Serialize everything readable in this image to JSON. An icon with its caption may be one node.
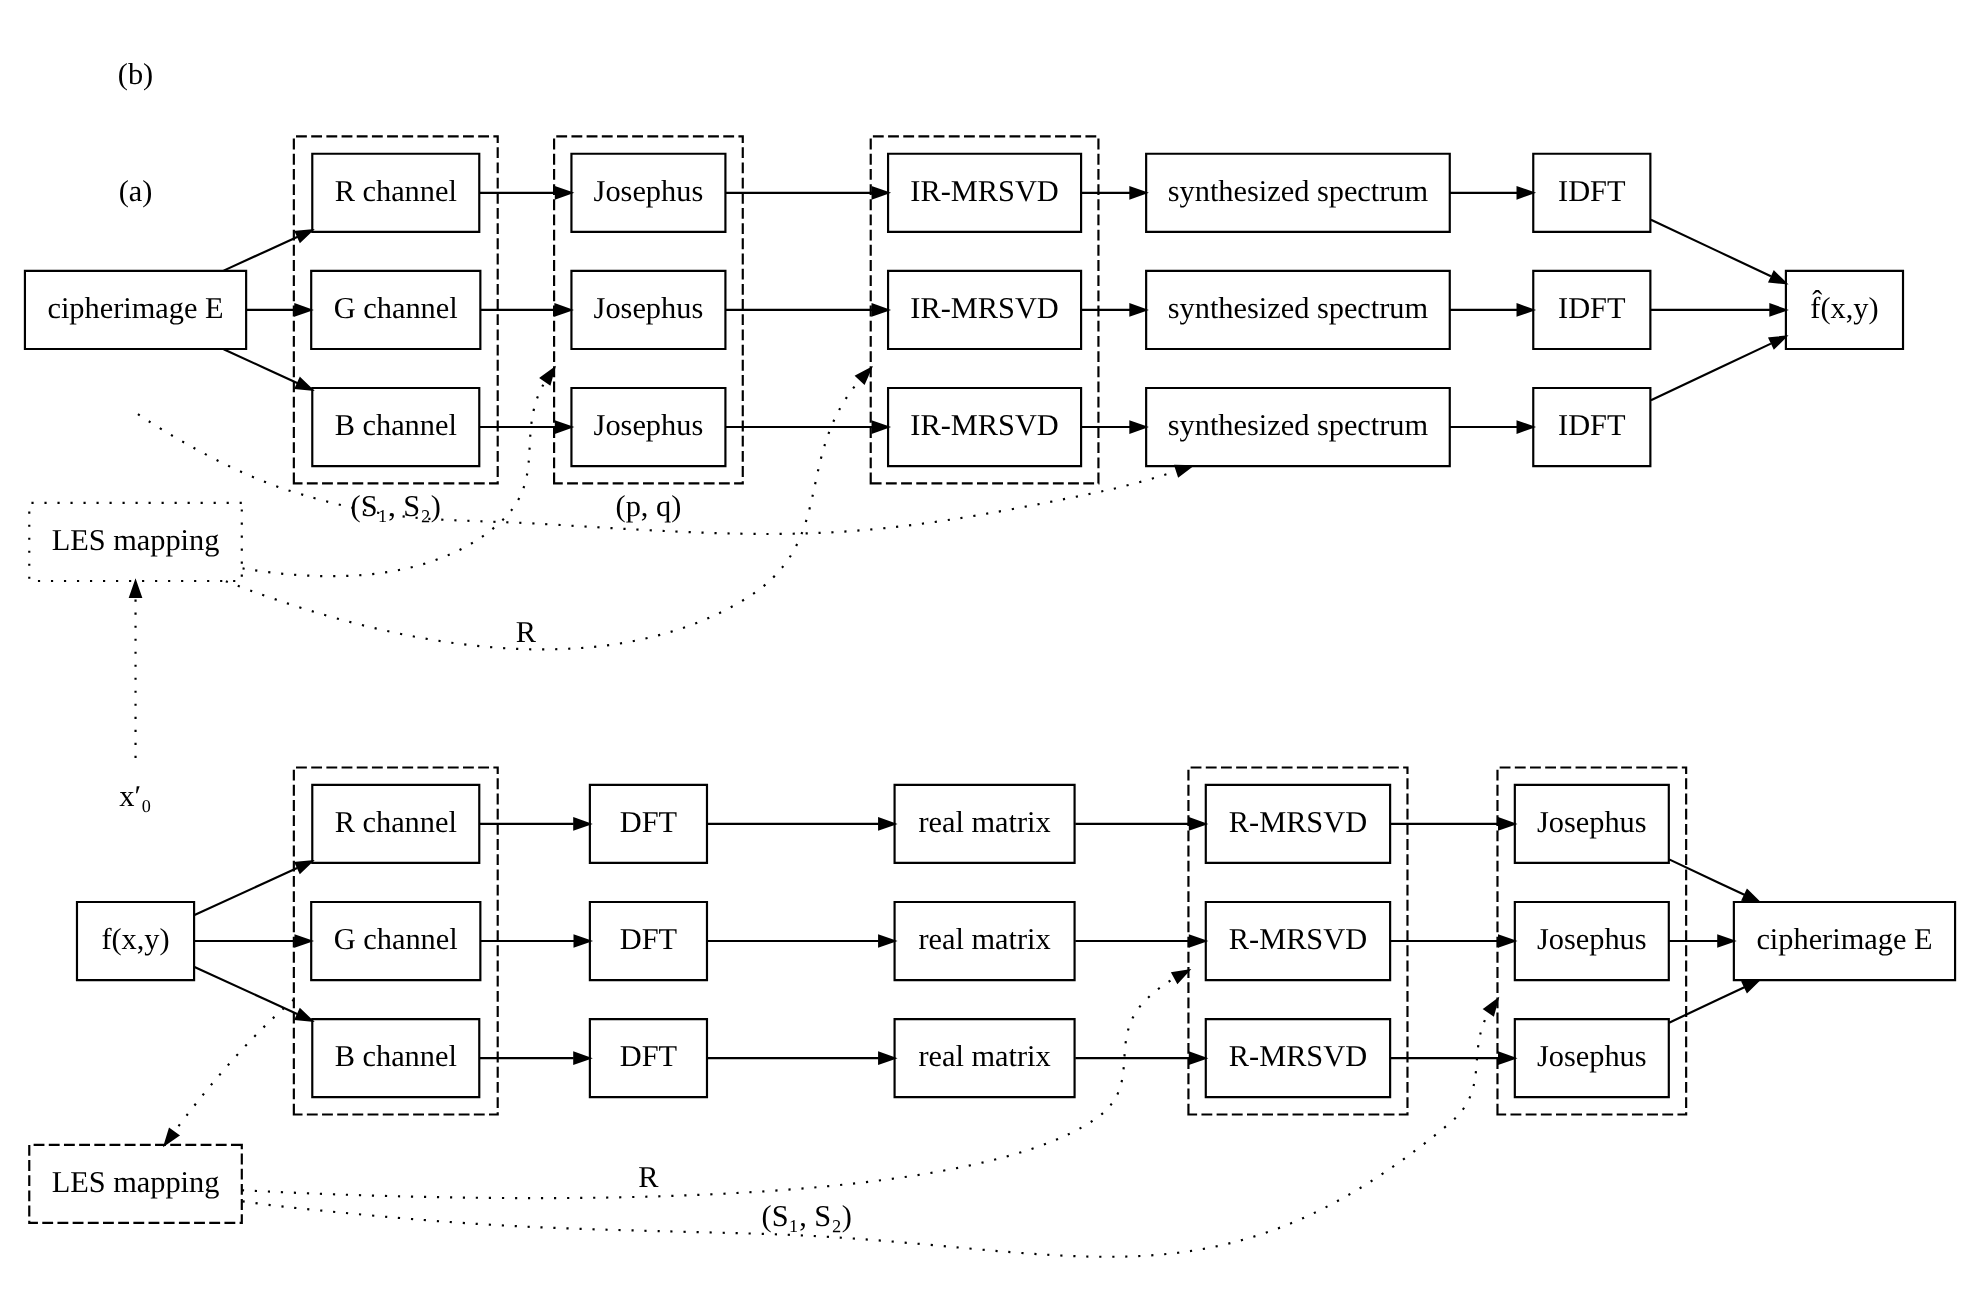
{
  "diagram": {
    "nodes": [
      {
        "text": [
          "f(x,y)"
        ]
      },
      {
        "text": [],
        "shape": "box"
      },
      {
        "text": [
          "R channel"
        ],
        "in": 1
      },
      {
        "text": [
          "G channel"
        ],
        "in": 1
      },
      {
        "text": [
          "B channel"
        ],
        "in": 1
      },
      {
        "text": [
          "DFT"
        ]
      },
      {
        "text": [
          "DFT"
        ]
      },
      {
        "text": [
          "DFT"
        ]
      },
      {
        "text": [
          "real matrix"
        ]
      },
      {
        "text": [
          "real matrix"
        ]
      },
      {
        "text": [
          "real matrix"
        ]
      },
      {
        "text": [],
        "shape": "box"
      },
      {
        "text": [
          "R-MRSVD"
        ],
        "in": 11
      },
      {
        "text": [
          "R-MRSVD"
        ],
        "in": 11
      },
      {
        "text": [
          "R-MRSVD"
        ],
        "in": 11
      },
      {
        "text": [],
        "shape": "box"
      },
      {
        "text": [
          "Josephus"
        ],
        "in": 15
      },
      {
        "text": [
          "Josephus"
        ],
        "in": 15
      },
      {
        "text": [
          "Josephus"
        ],
        "in": 15
      },
      {
        "text": [
          "cipherimage E"
        ]
      },
      {
        "text": [
          "LES mapping"
        ]
      },
      {
        "text": [
          "cipherimage E"
        ]
      },
      {
        "text": [],
        "shape": "box"
      },
      {
        "text": [
          "R channel"
        ],
        "in": 22
      },
      {
        "text": [
          "G channel"
        ],
        "in": 22
      },
      {
        "text": [
          "B channel"
        ],
        "in": 22
      },
      {
        "text": [],
        "shape": "box"
      },
      {
        "text": [
          "Josephus"
        ],
        "in": 26
      },
      {
        "text": [
          "Josephus"
        ],
        "in": 26
      },
      {
        "text": [
          "Josephus"
        ],
        "in": 26
      },
      {
        "text": [],
        "shape": "box"
      },
      {
        "text": [
          "IR-MRSVD"
        ],
        "in": 30
      },
      {
        "text": [
          "IR-MRSVD"
        ],
        "in": 30
      },
      {
        "text": [
          "IR-MRSVD"
        ],
        "in": 30
      },
      {
        "text": [
          "synthesized spectrum"
        ]
      },
      {
        "text": [
          "synthesized spectrum"
        ]
      },
      {
        "text": [
          "synthesized spectrum"
        ]
      },
      {
        "text": [
          "IDFT"
        ]
      },
      {
        "text": [
          "IDFT"
        ]
      },
      {
        "text": [
          "IDFT"
        ]
      },
      {
        "text": [
          "f̂(x,y)"
        ]
      },
      {
        "text": [
          "x′₀"
        ]
      },
      {
        "text": [
          "LES mapping"
        ]
      }
    ],
    "edges": [
      {
        "from": 0,
        "to": 2,
        "arrow": "to"
      },
      {
        "from": 0,
        "to": 3,
        "arrow": "to"
      },
      {
        "from": 0,
        "to": 4,
        "arrow": "to"
      },
      {
        "from": 2,
        "to": 5,
        "arrow": "to"
      },
      {
        "from": 3,
        "to": 6,
        "arrow": "to"
      },
      {
        "from": 4,
        "to": 7,
        "arrow": "to"
      },
      {
        "from": 5,
        "to": 8,
        "arrow": "to"
      },
      {
        "from": 6,
        "to": 9,
        "arrow": "to"
      },
      {
        "from": 7,
        "to": 10,
        "arrow": "to"
      },
      {
        "from": 8,
        "to": 12,
        "arrow": "to"
      },
      {
        "from": 9,
        "to": 13,
        "arrow": "to"
      },
      {
        "from": 10,
        "to": 14,
        "arrow": "to"
      },
      {
        "from": 12,
        "to": 16,
        "arrow": "to"
      },
      {
        "from": 13,
        "to": 17,
        "arrow": "to"
      },
      {
        "from": 14,
        "to": 18,
        "arrow": "to"
      },
      {
        "from": 16,
        "to": 19,
        "arrow": "to"
      },
      {
        "from": 17,
        "to": 19,
        "arrow": "to"
      },
      {
        "from": 18,
        "to": 19,
        "arrow": "to"
      },
      {
        "from": 1,
        "to": 20,
        "arrow": "to",
        "style": "dashed"
      },
      {
        "from": 20,
        "to": 11,
        "arrow": "to",
        "style": "dashed",
        "label": "R"
      },
      {
        "from": 20,
        "to": 15,
        "arrow": "to",
        "style": "dashed",
        "label": "(S₁, S₂)"
      },
      {
        "from": 21,
        "to": 23,
        "arrow": "to"
      },
      {
        "from": 21,
        "to": 24,
        "arrow": "to"
      },
      {
        "from": 21,
        "to": 25,
        "arrow": "to"
      },
      {
        "from": 23,
        "to": 27,
        "arrow": "to"
      },
      {
        "from": 24,
        "to": 28,
        "arrow": "to"
      },
      {
        "from": 25,
        "to": 29,
        "arrow": "to"
      },
      {
        "from": 27,
        "to": 31,
        "arrow": "to"
      },
      {
        "from": 28,
        "to": 32,
        "arrow": "to"
      },
      {
        "from": 29,
        "to": 33,
        "arrow": "to"
      },
      {
        "from": 31,
        "to": 34,
        "arrow": "to"
      },
      {
        "from": 32,
        "to": 35,
        "arrow": "to"
      },
      {
        "from": 33,
        "to": 36,
        "arrow": "to"
      },
      {
        "from": 34,
        "to": 37,
        "arrow": "to"
      },
      {
        "from": 35,
        "to": 38,
        "arrow": "to"
      },
      {
        "from": 36,
        "to": 39,
        "arrow": "to"
      },
      {
        "from": 37,
        "to": 40,
        "arrow": "to"
      },
      {
        "from": 38,
        "to": 40,
        "arrow": "to"
      },
      {
        "from": 39,
        "to": 40,
        "arrow": "to"
      },
      {
        "from": 41,
        "to": 42,
        "arrow": "to",
        "style": "dashed"
      },
      {
        "from": 42,
        "to": 26,
        "arrow": "to",
        "style": "dashed",
        "label": "(S₁, S₂)"
      },
      {
        "from": 42,
        "to": 30,
        "arrow": "to",
        "style": "dashed",
        "label": "R"
      },
      {
        "from": null,
        "to": 36,
        "arrow": "to",
        "style": "dashed",
        "label": "(p, q)"
      }
    ],
    "labels": [
      "(a)",
      "(b)"
    ]
  }
}
